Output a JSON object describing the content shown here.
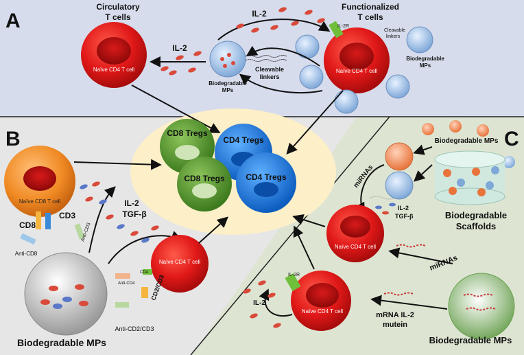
{
  "panels": {
    "a": {
      "letter": "A"
    },
    "b": {
      "letter": "B"
    },
    "c": {
      "letter": "C"
    }
  },
  "panel_a": {
    "circulatory_line1": "Circulatory",
    "circulatory_line2": "T cells",
    "functionalized_line1": "Functionalized",
    "functionalized_line2": "T cells",
    "il2_top": "IL-2",
    "il2_left": "IL-2",
    "naive_cd4_left": "Naïve CD4 T cell",
    "naive_cd4_right": "Naïve CD4 T cell",
    "mps_line1": "Biodegradable",
    "mps_line2": "MPs",
    "cleavable_line1": "Cleavable",
    "cleavable_line2": "linkers",
    "cleavable_small_line1": "Cleavable",
    "cleavable_small_line2": "linkers",
    "il2r": "IL-2R",
    "bio_mps_right_line1": "Biodegradable",
    "bio_mps_right_line2": "MPs"
  },
  "center": {
    "cd8_tregs_top": "CD8 Tregs",
    "cd4_tregs_top": "CD4 Tregs",
    "cd8_tregs_bottom": "CD8 Tregs",
    "cd4_tregs_bottom": "CD4 Tregs"
  },
  "panel_b": {
    "naive_cd8": "Naïve CD8 T cell",
    "cd8": "CD8",
    "cd3": "CD3",
    "anti_cd3": "Anti-CD3",
    "anti_cd8": "Anti-CD8",
    "il2": "IL-2",
    "tgfb": "TGF-β",
    "naive_cd4": "Naïve CD4 T cell",
    "cd4": "CD4",
    "anti_cd4": "Anti-CD4",
    "cd2_cd3": "CD2/CD3",
    "anti_cd2_cd3": "Anti-CD2/CD3",
    "bio_mps": "Biodegradable MPs"
  },
  "panel_c": {
    "bio_mps_top": "Biodegradable MPs",
    "mirnas_upper": "miRNAs",
    "il2": "IL-2",
    "tgfb": "TGF-β",
    "scaffolds_line1": "Biodegradable",
    "scaffolds_line2": "Scaffolds",
    "naive_cd4_upper": "Naïve CD4 T cell",
    "mirnas_lower": "miRNAs",
    "il2r": "IL-2R",
    "il2_lower": "IL-2",
    "naive_cd4_lower": "Naïve CD4 T cell",
    "mrna_line1": "mRNA IL-2",
    "mrna_line2": "mutein",
    "bio_mps_bottom": "Biodegradable MPs"
  },
  "colors": {
    "panel_a_bg": "#d6dcec",
    "panel_b_bg": "#e6e6e6",
    "panel_c_bg": "#dde5d2",
    "ellipse": "#fdefc8",
    "red_cell": "#e41a1a",
    "orange_cell": "#f08a24",
    "green_treg": "#5e9a36",
    "blue_treg": "#1f7fe0"
  }
}
